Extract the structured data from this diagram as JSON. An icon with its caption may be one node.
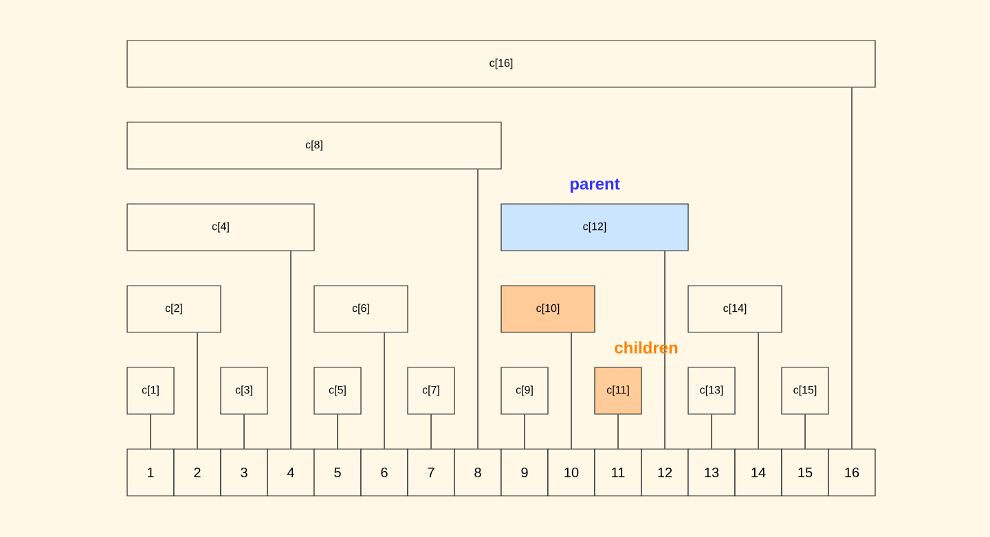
{
  "diagram": {
    "nodes": [
      {
        "text": [
          "c[16]"
        ]
      },
      {
        "text": [
          "c[8]"
        ]
      },
      {
        "text": [
          "c[4]"
        ]
      },
      {
        "text": [
          "c[12]"
        ],
        "beside": [
          "parent"
        ]
      },
      {
        "text": [
          "c[2]"
        ]
      },
      {
        "text": [
          "c[6]"
        ]
      },
      {
        "text": [
          "c[10]"
        ]
      },
      {
        "text": [
          "c[14]"
        ]
      },
      {
        "text": [
          "c[1]"
        ]
      },
      {
        "text": [
          "c[3]"
        ]
      },
      {
        "text": [
          "c[5]"
        ]
      },
      {
        "text": [
          "c[7]"
        ]
      },
      {
        "text": [
          "c[9]"
        ]
      },
      {
        "text": [
          "c[11]"
        ]
      },
      {
        "text": [
          "c[13]"
        ]
      },
      {
        "text": [
          "c[15]"
        ]
      },
      {
        "text": [
          "1"
        ]
      },
      {
        "text": [
          "2"
        ]
      },
      {
        "text": [
          "3"
        ]
      },
      {
        "text": [
          "4"
        ]
      },
      {
        "text": [
          "5"
        ]
      },
      {
        "text": [
          "6"
        ]
      },
      {
        "text": [
          "7"
        ]
      },
      {
        "text": [
          "8"
        ]
      },
      {
        "text": [
          "9"
        ]
      },
      {
        "text": [
          "10"
        ]
      },
      {
        "text": [
          "11"
        ]
      },
      {
        "text": [
          "12"
        ]
      },
      {
        "text": [
          "13"
        ]
      },
      {
        "text": [
          "14"
        ]
      },
      {
        "text": [
          "15"
        ]
      },
      {
        "text": [
          "16"
        ]
      }
    ],
    "edges": [
      {
        "from": 0,
        "to": 31,
        "arrow": "none"
      },
      {
        "from": 1,
        "to": 23,
        "arrow": "none"
      },
      {
        "from": 2,
        "to": 19,
        "arrow": "none"
      },
      {
        "from": 3,
        "to": 27,
        "arrow": "none"
      },
      {
        "from": 4,
        "to": 17,
        "arrow": "none"
      },
      {
        "from": 5,
        "to": 21,
        "arrow": "none"
      },
      {
        "from": 6,
        "to": 25,
        "arrow": "none"
      },
      {
        "from": 7,
        "to": 29,
        "arrow": "none"
      },
      {
        "from": 8,
        "to": 16,
        "arrow": "none"
      },
      {
        "from": 9,
        "to": 18,
        "arrow": "none"
      },
      {
        "from": 10,
        "to": 20,
        "arrow": "none"
      },
      {
        "from": 11,
        "to": 22,
        "arrow": "none"
      },
      {
        "from": 12,
        "to": 24,
        "arrow": "none"
      },
      {
        "from": 13,
        "to": 26,
        "arrow": "none"
      },
      {
        "from": 14,
        "to": 28,
        "arrow": "none"
      },
      {
        "from": 15,
        "to": 30,
        "arrow": "none"
      }
    ],
    "labels": [
      "children"
    ]
  }
}
